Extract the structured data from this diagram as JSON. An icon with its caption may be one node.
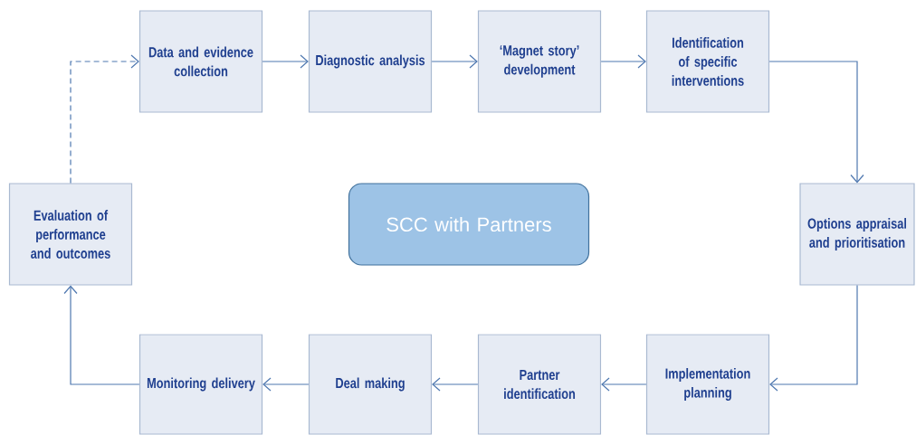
{
  "diagram": {
    "nodes": [
      {
        "text": [
          "Data and evidence collection"
        ]
      },
      {
        "text": [
          "Diagnostic analysis"
        ]
      },
      {
        "text": [
          "‘Magnet story’ development"
        ]
      },
      {
        "text": [
          "Identification of specific interventions"
        ]
      },
      {
        "text": [
          "Options appraisal and prioritisation"
        ]
      },
      {
        "text": [
          "Implementation planning"
        ]
      },
      {
        "text": [
          "Partner identification"
        ]
      },
      {
        "text": [
          "Deal making"
        ]
      },
      {
        "text": [
          "Monitoring delivery"
        ]
      },
      {
        "text": [
          "Evaluation of performance and outcomes"
        ]
      },
      {
        "text": [
          "SCC with Partners"
        ]
      }
    ],
    "edges": [
      {
        "from": 0,
        "to": 1,
        "arrow": "to"
      },
      {
        "from": 1,
        "to": 2,
        "arrow": "to"
      },
      {
        "from": 2,
        "to": 3,
        "arrow": "to"
      },
      {
        "from": 3,
        "to": 4,
        "arrow": "to"
      },
      {
        "from": 4,
        "to": 5,
        "arrow": "to"
      },
      {
        "from": 5,
        "to": 6,
        "arrow": "to"
      },
      {
        "from": 6,
        "to": 7,
        "arrow": "to"
      },
      {
        "from": 7,
        "to": 8,
        "arrow": "to"
      },
      {
        "from": 8,
        "to": 9,
        "arrow": "to"
      },
      {
        "from": 9,
        "to": 0,
        "arrow": "to",
        "style": "dashed"
      }
    ]
  }
}
